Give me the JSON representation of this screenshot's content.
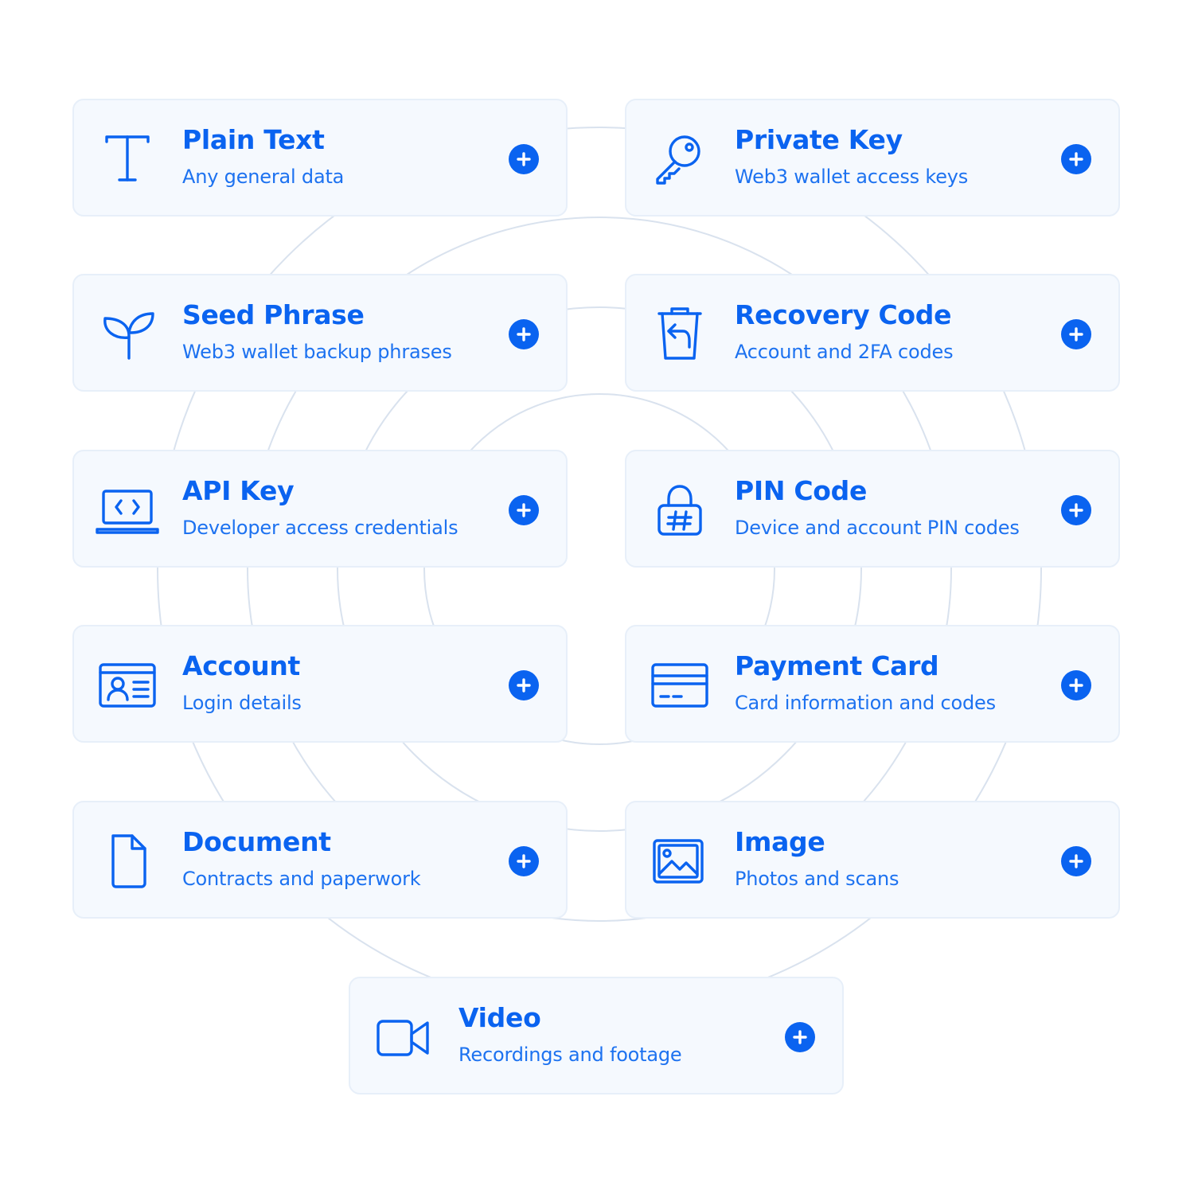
{
  "accent_color": "#0a63f0",
  "card_background": "#f5f9fe",
  "ring_color": "#d9e2ee",
  "items": [
    {
      "title": "Plain Text",
      "subtitle": "Any general data",
      "icon": "text-icon"
    },
    {
      "title": "Private Key",
      "subtitle": "Web3 wallet access keys",
      "icon": "key-icon"
    },
    {
      "title": "Seed Phrase",
      "subtitle": "Web3 wallet backup phrases",
      "icon": "sprout-icon"
    },
    {
      "title": "Recovery Code",
      "subtitle": "Account and 2FA codes",
      "icon": "recycle-bin-icon"
    },
    {
      "title": "API Key",
      "subtitle": "Developer access credentials",
      "icon": "laptop-code-icon"
    },
    {
      "title": "PIN Code",
      "subtitle": "Device and account PIN codes",
      "icon": "lock-hash-icon"
    },
    {
      "title": "Account",
      "subtitle": "Login details",
      "icon": "id-card-icon"
    },
    {
      "title": "Payment Card",
      "subtitle": "Card information and codes",
      "icon": "credit-card-icon"
    },
    {
      "title": "Document",
      "subtitle": "Contracts and paperwork",
      "icon": "document-icon"
    },
    {
      "title": "Image",
      "subtitle": "Photos and scans",
      "icon": "image-icon"
    },
    {
      "title": "Video",
      "subtitle": "Recordings and footage",
      "icon": "video-camera-icon"
    }
  ]
}
